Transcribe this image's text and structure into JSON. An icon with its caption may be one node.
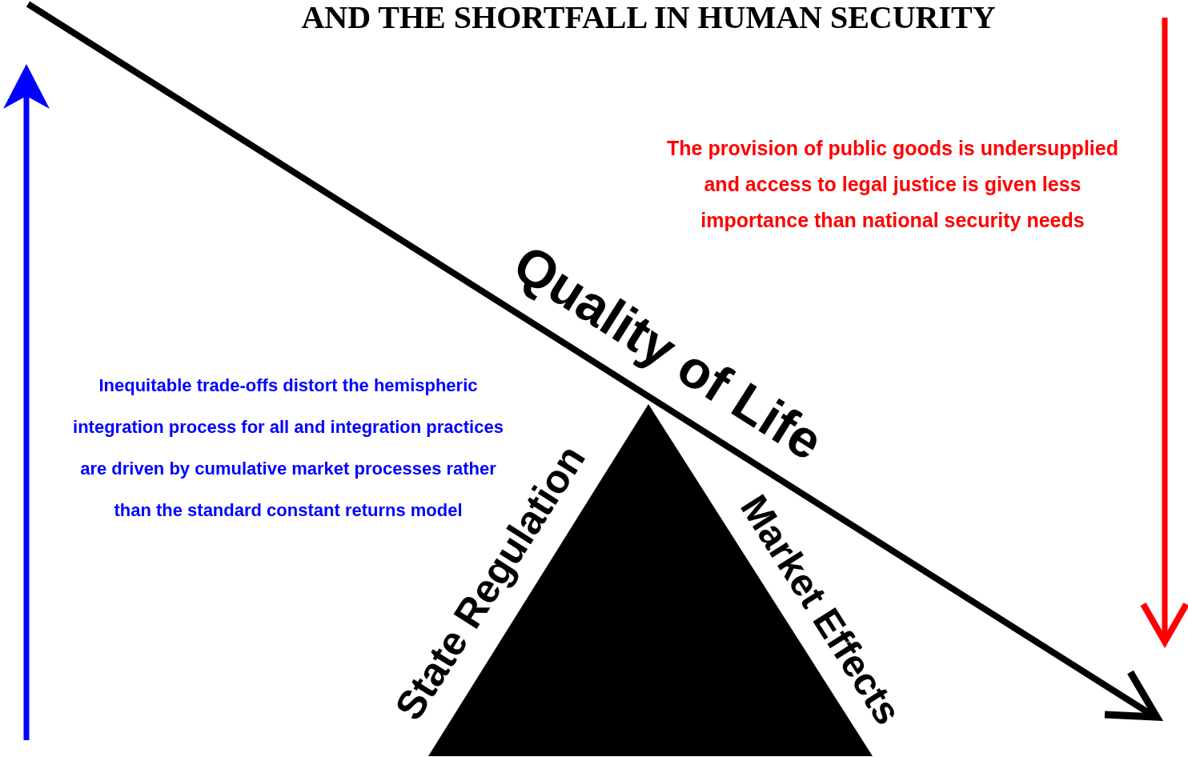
{
  "diagram": {
    "title": "AND THE SHORTFALL IN HUMAN SECURITY",
    "labels": [
      "Quality of Life",
      "State Regulation",
      "Market Effects",
      "Inequitable trade-offs distort the hemispheric integration process for all and integration practices are driven by cumulative market processes rather than the standard constant returns model",
      "The provision of public goods is undersupplied and access to legal justice is given less importance than national security needs"
    ]
  }
}
